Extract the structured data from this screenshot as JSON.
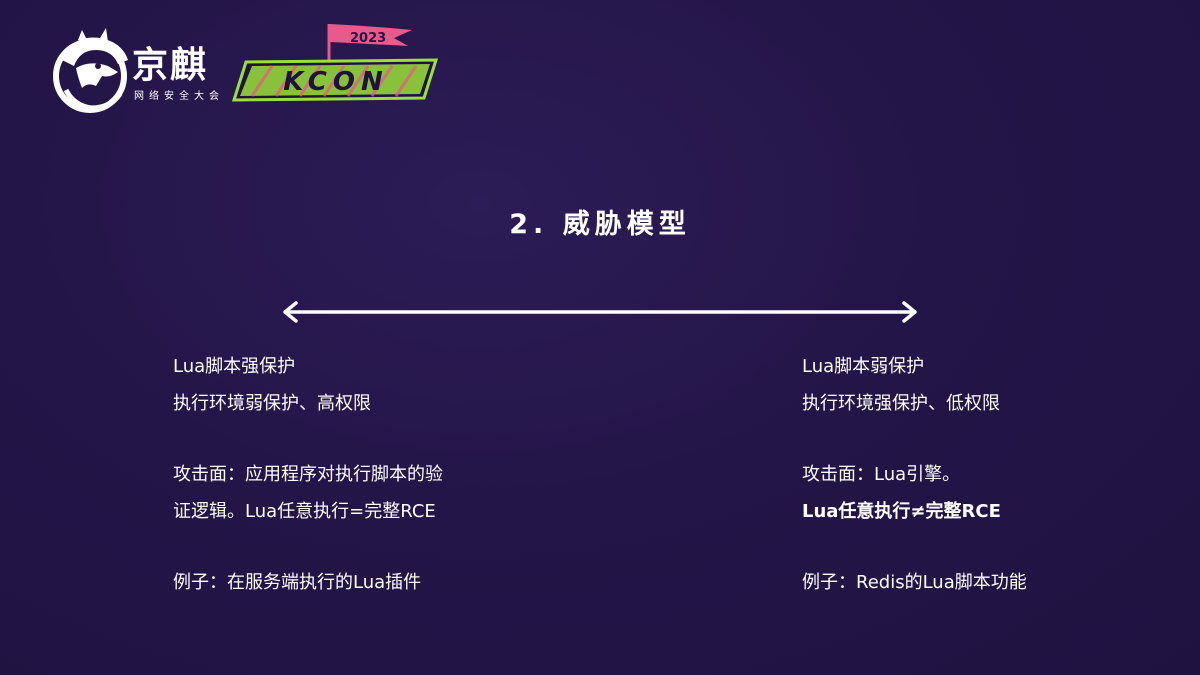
{
  "brand": {
    "name": "京麒",
    "subtitle": "网络安全大会",
    "event_logo_text": "KCON",
    "event_year": "2023"
  },
  "title": "2. 威胁模型",
  "left": {
    "line1": "Lua脚本强保护",
    "line2": "执行环境弱保护、高权限",
    "line3": "攻击面：应用程序对执行脚本的验",
    "line4": "证逻辑。Lua任意执行=完整RCE",
    "line5": "例子：在服务端执行的Lua插件"
  },
  "right": {
    "line1": "Lua脚本弱保护",
    "line2": "执行环境强保护、低权限",
    "line3": "攻击面：Lua引擎。",
    "line4": "Lua任意执行≠完整RCE",
    "line5": "例子：Redis的Lua脚本功能"
  },
  "colors": {
    "background": "#241548",
    "text": "#ffffff",
    "kcon_green": "#9be03a",
    "kcon_pink": "#e85a8a"
  }
}
